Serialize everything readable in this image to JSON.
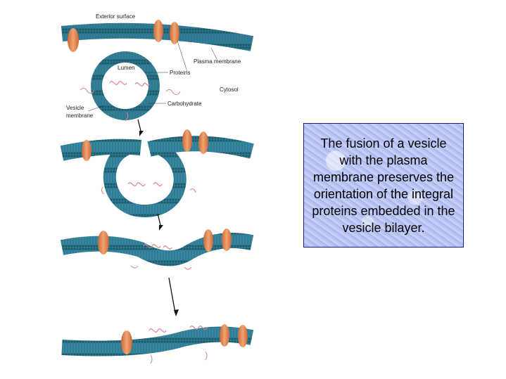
{
  "labels": {
    "exterior_surface": "Exterior surface",
    "lumen": "Lumen",
    "proteins": "Proteins",
    "plasma_membrane": "Plasma membrane",
    "cytosol": "Cytosol",
    "vesicle_membrane_line1": "Vesicle",
    "vesicle_membrane_line2": "membrane",
    "carbohydrate": "Carbohydrate"
  },
  "caption": "The fusion of a vesicle with the plasma membrane preserves the orientation of the integral proteins embedded in the vesicle bilayer.",
  "colors": {
    "membrane": "#2f7d95",
    "membrane_dark": "#1d5a6d",
    "protein": "#e08a55",
    "carbohydrate": "#d9828a",
    "caption_bg": "#b5c0f0",
    "caption_border": "#1a1a8c"
  }
}
